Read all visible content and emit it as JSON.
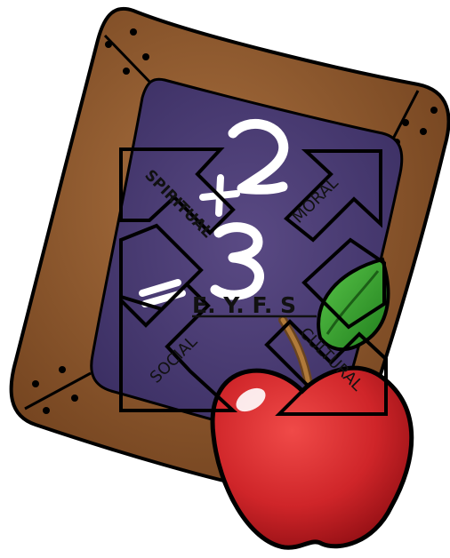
{
  "diagram": {
    "center_label": "E. Y. F. S",
    "branches": [
      {
        "id": "spiritual",
        "label": "SPIRITUAL"
      },
      {
        "id": "moral",
        "label": "MORAL"
      },
      {
        "id": "social",
        "label": "SOCIAL"
      },
      {
        "id": "cultural",
        "label": "CULTURAL"
      }
    ]
  },
  "chalk": {
    "digits": [
      "2",
      "3"
    ],
    "symbols": [
      "+",
      "="
    ]
  },
  "colors": {
    "frame": "#8a5530",
    "frame_edge": "#000000",
    "slate": "#4a3c73",
    "chalk": "#ffffff",
    "apple": "#d42a2f",
    "leaf": "#3aa82f",
    "stem": "#8a5a2a",
    "arrows": "#000000"
  }
}
